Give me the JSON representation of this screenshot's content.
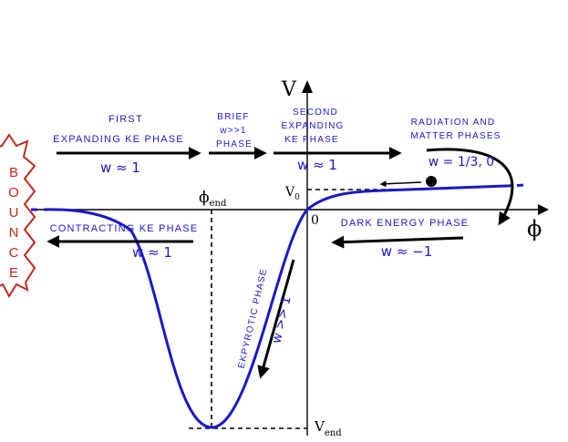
{
  "axes": {
    "y_label": "V",
    "x_label": "ϕ",
    "origin": "0",
    "v0_label": "V",
    "v0_sub": "0",
    "vend_label": "V",
    "vend_sub": "end",
    "phi_end_label": "ϕ",
    "phi_end_sub": "end"
  },
  "bounce": {
    "letters": [
      "B",
      "O",
      "U",
      "N",
      "C",
      "E"
    ]
  },
  "phases": {
    "first_line1": "FIRST",
    "first_line2": "EXPANDING KE PHASE",
    "first_w": "w ≈ 1",
    "brief_line1": "BRIEF",
    "brief_line2": "w>>1",
    "brief_line3": "PHASE",
    "second_line1": "SECOND",
    "second_line2": "EXPANDING",
    "second_line3": "KE PHASE",
    "second_w": "w ≈ 1",
    "radiation_line1": "RADIATION AND",
    "radiation_line2": "MATTER PHASES",
    "radiation_w": "w = 1/3, 0",
    "dark_energy": "DARK ENERGY PHASE",
    "dark_energy_w": "w ≈ −1",
    "contracting": "CONTRACTING KE PHASE",
    "contracting_w": "w ≈ 1",
    "ekpyrotic": "EKPYROTIC PHASE",
    "ekpyrotic_w": "w >> 1"
  },
  "colors": {
    "curve": "#1a1ac8",
    "labels": "#1a1ac8",
    "bounce": "#c0281e",
    "arrows": "#000000"
  }
}
